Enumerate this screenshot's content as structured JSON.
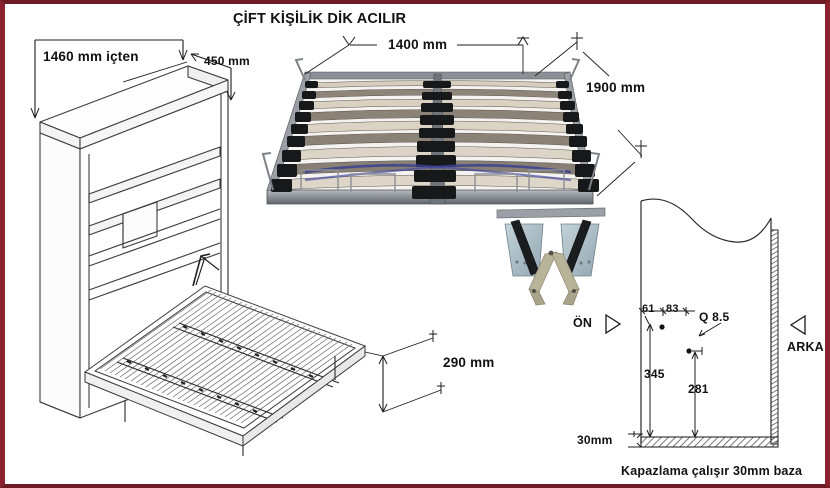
{
  "diagram": {
    "title": "ÇİFT KİŞİLİK DİK ACILIR",
    "background_color": "#ffffff",
    "border_color": "#8c2230",
    "line_color": "#222222"
  },
  "cabinet": {
    "width_label": "1460  mm içten",
    "depth_label": "450 mm"
  },
  "bed_base": {
    "width_label": "1400 mm",
    "length_label": "1900 mm",
    "thickness_label": "290 mm"
  },
  "panel": {
    "front_label": "ÖN",
    "back_label": "ARKA",
    "dim_61": "61",
    "dim_83": "83",
    "hole_label": "Q 8.5",
    "dim_345": "345",
    "dim_281": "281",
    "base_label": "30mm",
    "caption": "Kapazlama çalışır 30mm baza"
  },
  "icons": {
    "front_arrow": "triangle-right-icon",
    "back_arrow": "triangle-left-icon"
  }
}
